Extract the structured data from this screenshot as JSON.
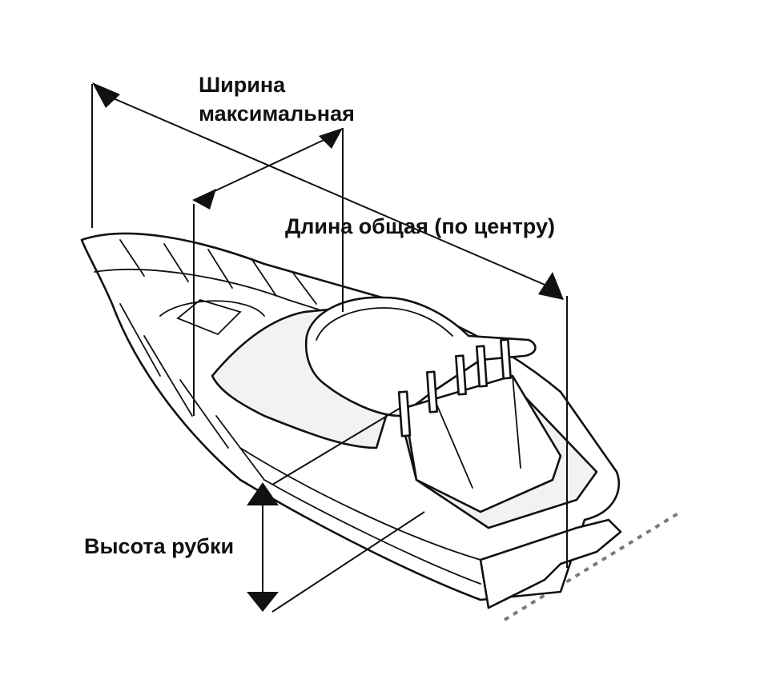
{
  "diagram": {
    "labels": {
      "width_line1": "Ширина",
      "width_line2": "максимальная",
      "length": "Длина общая (по центру)",
      "height": "Высота рубки"
    },
    "colors": {
      "ink": "#111111",
      "background": "#ffffff",
      "hull_shade": "#f2f2f2",
      "waterline": "#7a7a7a"
    }
  }
}
